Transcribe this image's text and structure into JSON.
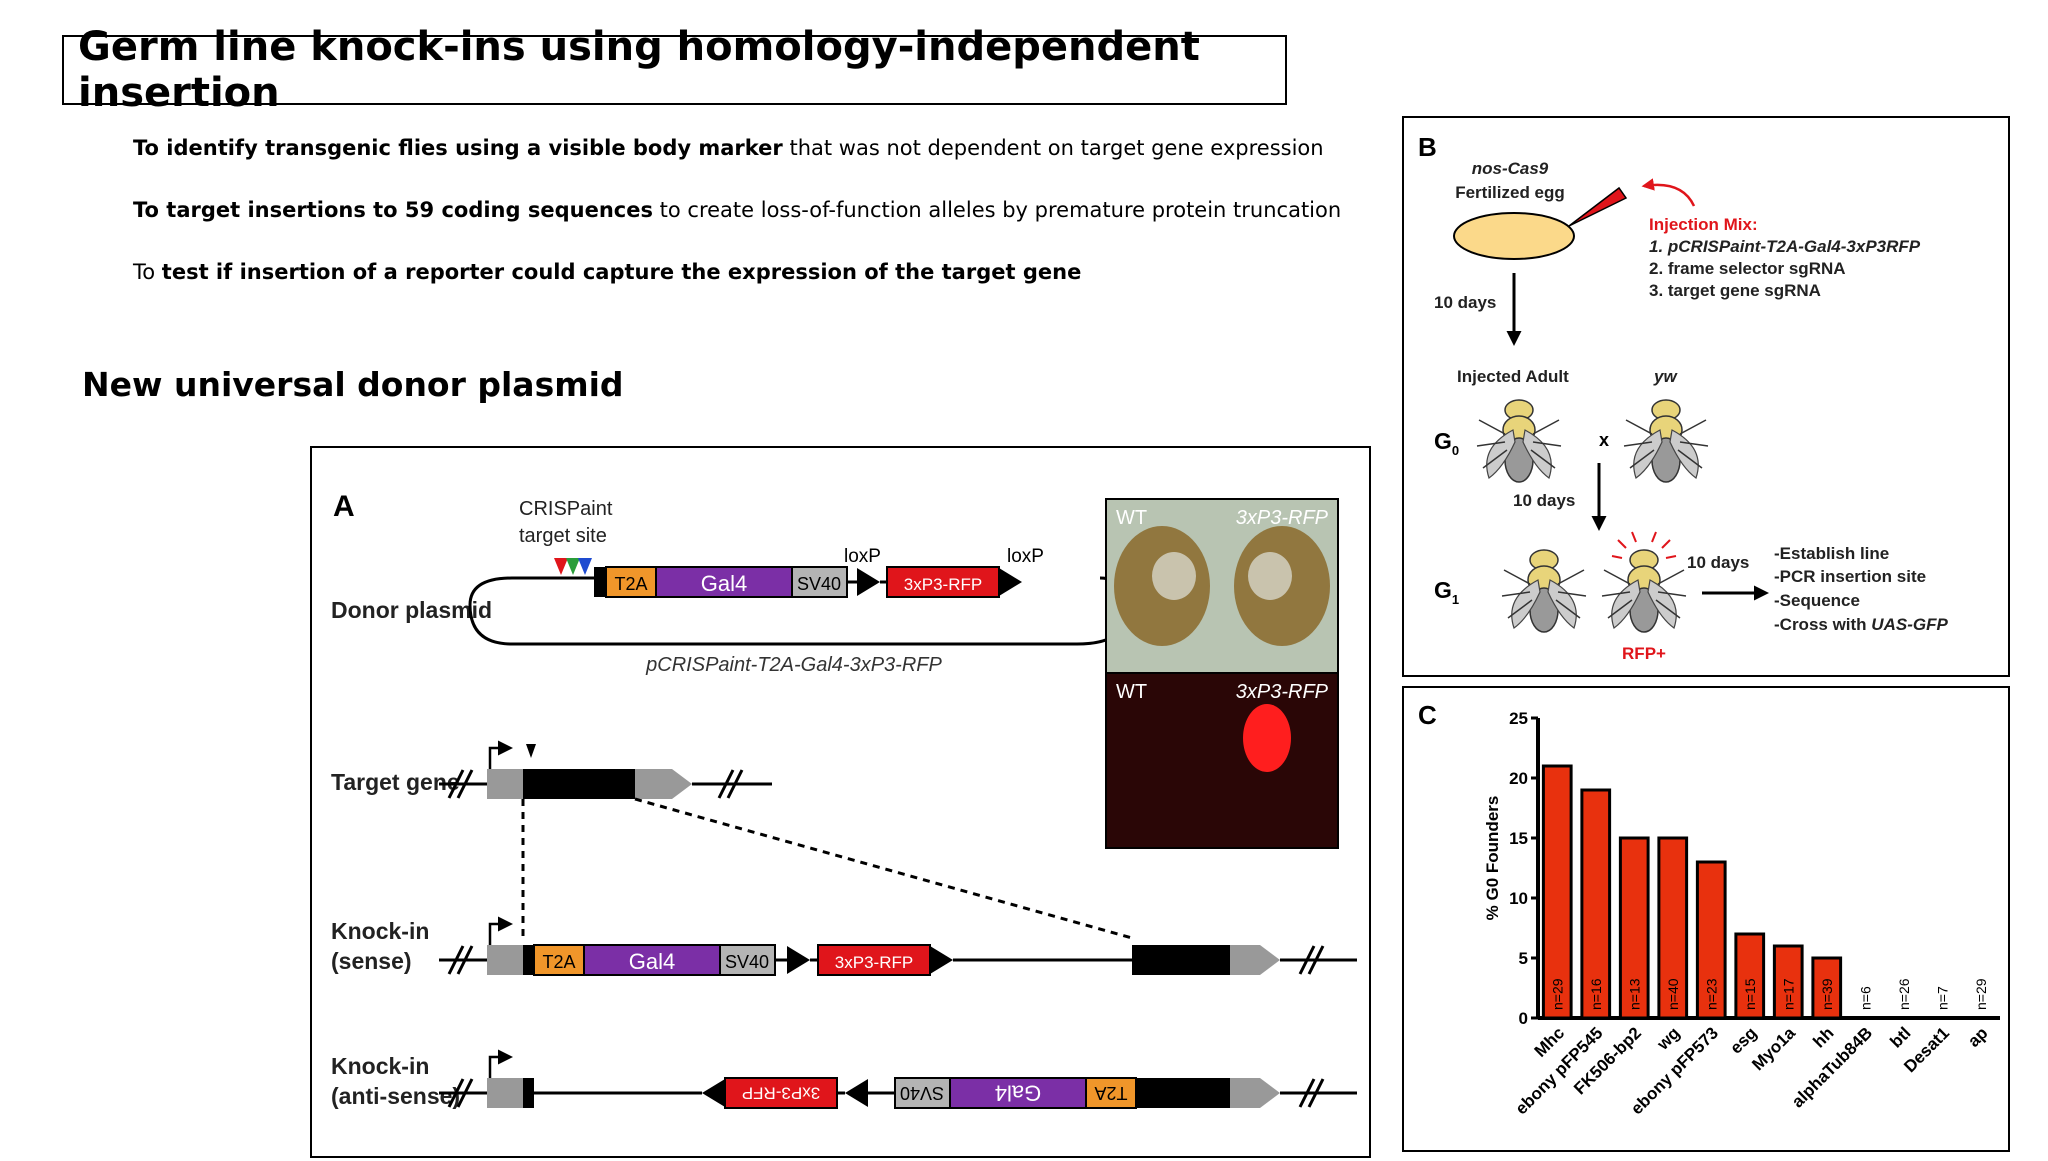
{
  "title": "Germ line knock-ins using homology-independent insertion",
  "bullets": [
    {
      "bold_a": "",
      "text_a": "",
      "bold": "To identify transgenic flies using a visible body marker",
      "text": " that was not dependent on target gene expression"
    },
    {
      "bold_a": "",
      "text_a": "",
      "bold": "To target insertions to 59 coding sequences",
      "text": " to create loss-of-function alleles by premature protein truncation"
    },
    {
      "bold_a": "",
      "text_a": "To ",
      "bold": "test if insertion of a reporter could capture the expression of the target gene",
      "text": ""
    }
  ],
  "subheading": "New universal donor plasmid",
  "panelA": {
    "letter": "A",
    "crispaint_label": [
      "CRISPaint",
      "target site"
    ],
    "donor_label": "Donor plasmid",
    "plasmid_name": "pCRISPaint-T2A-Gal4-3xP3-RFP",
    "modules": {
      "t2a": "T2A",
      "gal4": "Gal4",
      "sv40": "SV40",
      "rfp": "3xP3-RFP"
    },
    "loxp": "loxP",
    "target_label": "Target gene",
    "knockin_sense": [
      "Knock-in",
      "(sense)"
    ],
    "knockin_antisense": [
      "Knock-in",
      "(anti-sense)"
    ],
    "photo_wt": "WT",
    "photo_rfp": "3xP3-RFP",
    "colors": {
      "t2a": "#f0962a",
      "gal4": "#7b2fa6",
      "sv40": "#b4b4b4",
      "rfp": "#e0151b",
      "exon": "#999999"
    }
  },
  "panelB": {
    "letter": "B",
    "egg_label": [
      "nos-Cas9",
      "Fertilized egg"
    ],
    "mix_title": "Injection Mix:",
    "mix_items": [
      "1. pCRISPaint-T2A-Gal4-3xP3RFP",
      "2. frame selector sgRNA",
      "3. target gene sgRNA"
    ],
    "days1": "10 days",
    "injected_adult": "Injected Adult",
    "yw": "yw",
    "g0": "G",
    "g0_sub": "0",
    "cross": "x",
    "days2": "10 days",
    "g1": "G",
    "g1_sub": "1",
    "days3": "10 days",
    "rfp_plus": "RFP+",
    "outcomes": [
      "-Establish line",
      "-PCR insertion site",
      "-Sequence",
      "-Cross with UAS-GFP"
    ]
  },
  "panelC": {
    "letter": "C"
  },
  "chart_data": {
    "type": "bar",
    "title": "",
    "xlabel": "",
    "ylabel": "% G0 Founders",
    "ylim": [
      0,
      25
    ],
    "yticks": [
      0,
      5,
      10,
      15,
      20,
      25
    ],
    "categories": [
      "Mhc",
      "ebony pFP545",
      "FK506-bp2",
      "wg",
      "ebony pFP573",
      "esg",
      "Myo1a",
      "hh",
      "alphaTub84B",
      "btl",
      "Desat1",
      "ap"
    ],
    "values": [
      21,
      19,
      15,
      15,
      13,
      7,
      6,
      5,
      0,
      0,
      0,
      0
    ],
    "n_labels": [
      "n=29",
      "n=16",
      "n=13",
      "n=40",
      "n=23",
      "n=15",
      "n=17",
      "n=39",
      "n=6",
      "n=26",
      "n=7",
      "n=29"
    ],
    "bar_color": "#e8310e"
  }
}
